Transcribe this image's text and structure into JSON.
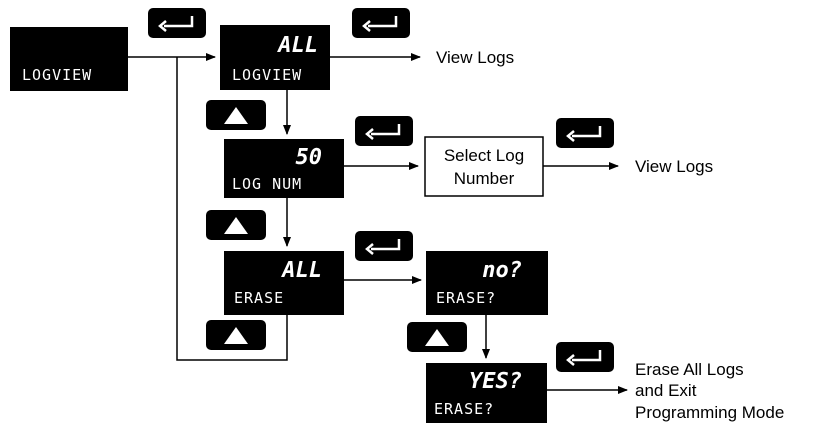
{
  "displays": {
    "logview": {
      "top": "",
      "bottom": "LOGVIEW"
    },
    "all_logview": {
      "top": "ALL",
      "bottom": "LOGVIEW"
    },
    "log_num": {
      "top": "50",
      "bottom": "LOG NUM"
    },
    "all_erase": {
      "top": "ALL",
      "bottom": "ERASE"
    },
    "no_erase": {
      "top": "no?",
      "bottom": "ERASE?"
    },
    "yes_erase": {
      "top": "YES?",
      "bottom": "ERASE?"
    }
  },
  "labels": {
    "view_logs_1": "View Logs",
    "view_logs_2": "View Logs",
    "select_log_line1": "Select Log",
    "select_log_line2": "Number",
    "erase_line1": "Erase All Logs",
    "erase_line2": "and Exit",
    "erase_line3": "Programming Mode"
  },
  "icons": {
    "enter": "enter-key-icon",
    "up": "up-arrow-key-icon"
  },
  "colors": {
    "display_bg": "#000000",
    "display_text": "#ffffff",
    "line": "#000000"
  }
}
